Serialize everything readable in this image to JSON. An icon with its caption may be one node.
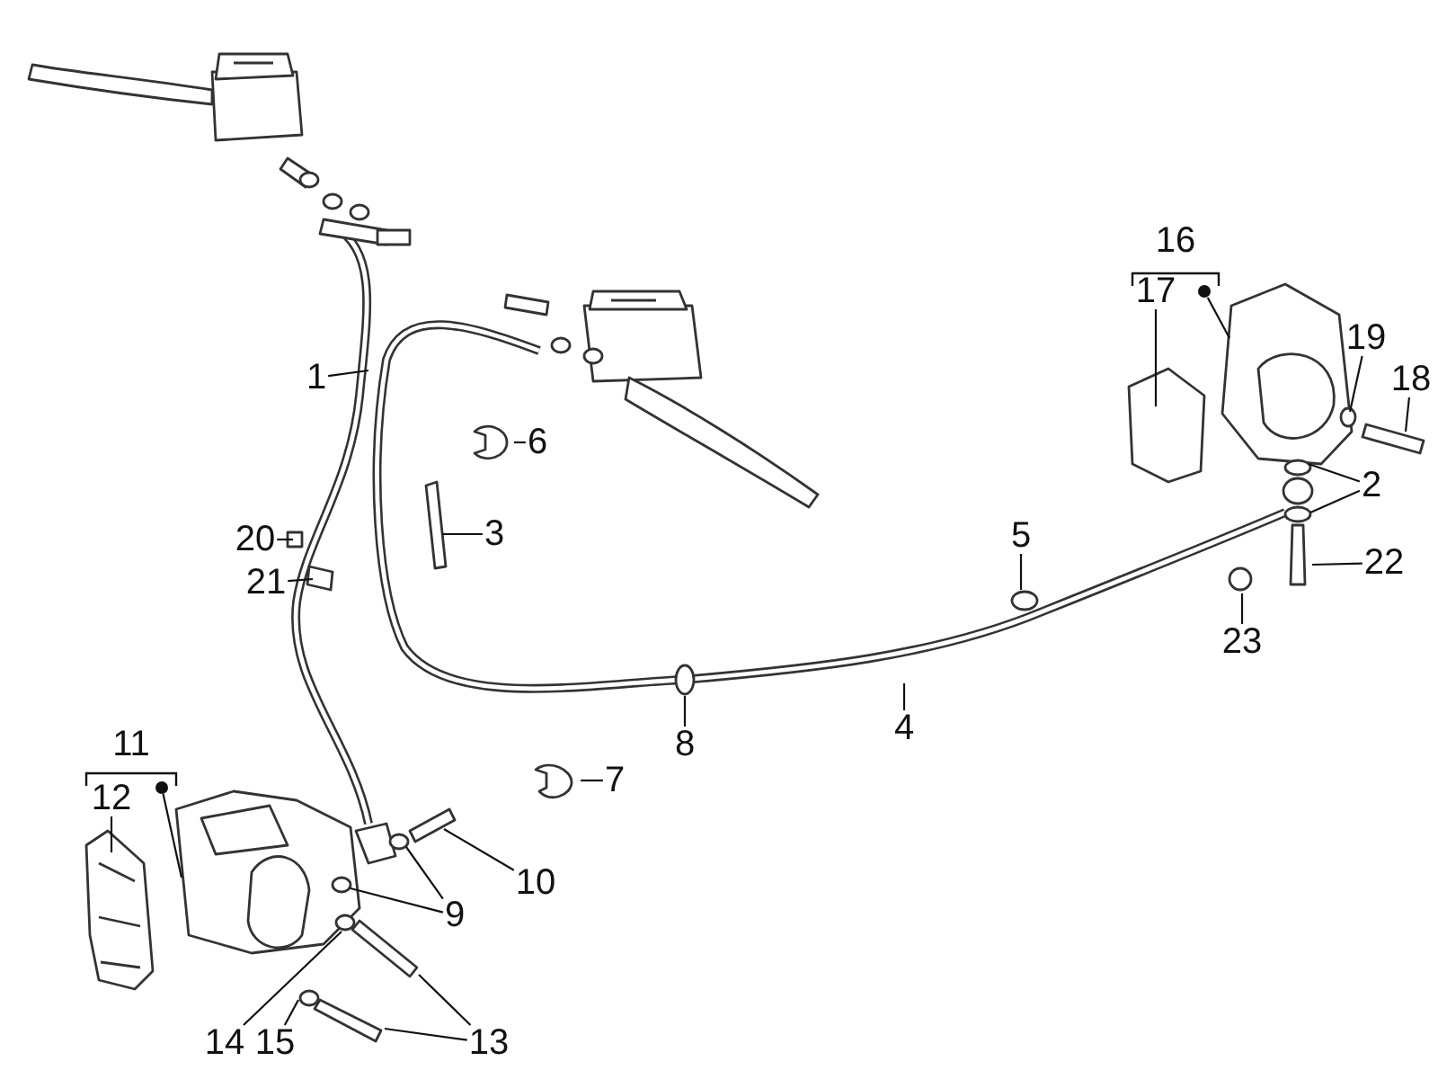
{
  "diagram": {
    "nodes": [
      {
        "text": [
          "1"
        ]
      },
      {
        "text": [
          "2"
        ]
      },
      {
        "text": [
          "3"
        ]
      },
      {
        "text": [
          "4"
        ]
      },
      {
        "text": [
          "5"
        ]
      },
      {
        "text": [
          "6"
        ]
      },
      {
        "text": [
          "7"
        ]
      },
      {
        "text": [
          "8"
        ]
      },
      {
        "text": [
          "9"
        ]
      },
      {
        "text": [
          "10"
        ]
      },
      {
        "text": [
          "11"
        ]
      },
      {
        "text": [
          "12"
        ]
      },
      {
        "text": [],
        "shape": "circle"
      },
      {
        "text": [
          "13"
        ]
      },
      {
        "text": [
          "14"
        ]
      },
      {
        "text": [
          "15"
        ]
      },
      {
        "text": [
          "16"
        ]
      },
      {
        "text": [
          "17"
        ]
      },
      {
        "text": [],
        "shape": "circle"
      },
      {
        "text": [
          "18"
        ]
      },
      {
        "text": [
          "19"
        ]
      },
      {
        "text": [
          "20"
        ]
      },
      {
        "text": [
          "21"
        ]
      },
      {
        "text": [
          "22"
        ]
      },
      {
        "text": [
          "23"
        ]
      }
    ],
    "edges": [
      {
        "from": 0,
        "to": null,
        "arrow": "none"
      },
      {
        "from": 1,
        "to": null,
        "arrow": "none"
      },
      {
        "from": 1,
        "to": null,
        "arrow": "none"
      },
      {
        "from": 2,
        "to": null,
        "arrow": "none"
      },
      {
        "from": 3,
        "to": null,
        "arrow": "none"
      },
      {
        "from": 4,
        "to": null,
        "arrow": "none"
      },
      {
        "from": 5,
        "to": null,
        "arrow": "none"
      },
      {
        "from": 6,
        "to": null,
        "arrow": "none"
      },
      {
        "from": 7,
        "to": null,
        "arrow": "none"
      },
      {
        "from": 8,
        "to": null,
        "arrow": "none"
      },
      {
        "from": 8,
        "to": null,
        "arrow": "none"
      },
      {
        "from": 9,
        "to": null,
        "arrow": "none"
      },
      {
        "from": 11,
        "to": null,
        "arrow": "none"
      },
      {
        "from": 12,
        "to": null,
        "arrow": "none"
      },
      {
        "from": 13,
        "to": null,
        "arrow": "none"
      },
      {
        "from": 13,
        "to": null,
        "arrow": "none"
      },
      {
        "from": 14,
        "to": null,
        "arrow": "none"
      },
      {
        "from": 15,
        "to": null,
        "arrow": "none"
      },
      {
        "from": 17,
        "to": null,
        "arrow": "none"
      },
      {
        "from": 18,
        "to": null,
        "arrow": "none"
      },
      {
        "from": 19,
        "to": null,
        "arrow": "none"
      },
      {
        "from": 20,
        "to": null,
        "arrow": "none"
      },
      {
        "from": 21,
        "to": null,
        "arrow": "none"
      },
      {
        "from": 22,
        "to": null,
        "arrow": "none"
      },
      {
        "from": 23,
        "to": null,
        "arrow": "none"
      },
      {
        "from": 24,
        "to": null,
        "arrow": "none"
      }
    ]
  }
}
